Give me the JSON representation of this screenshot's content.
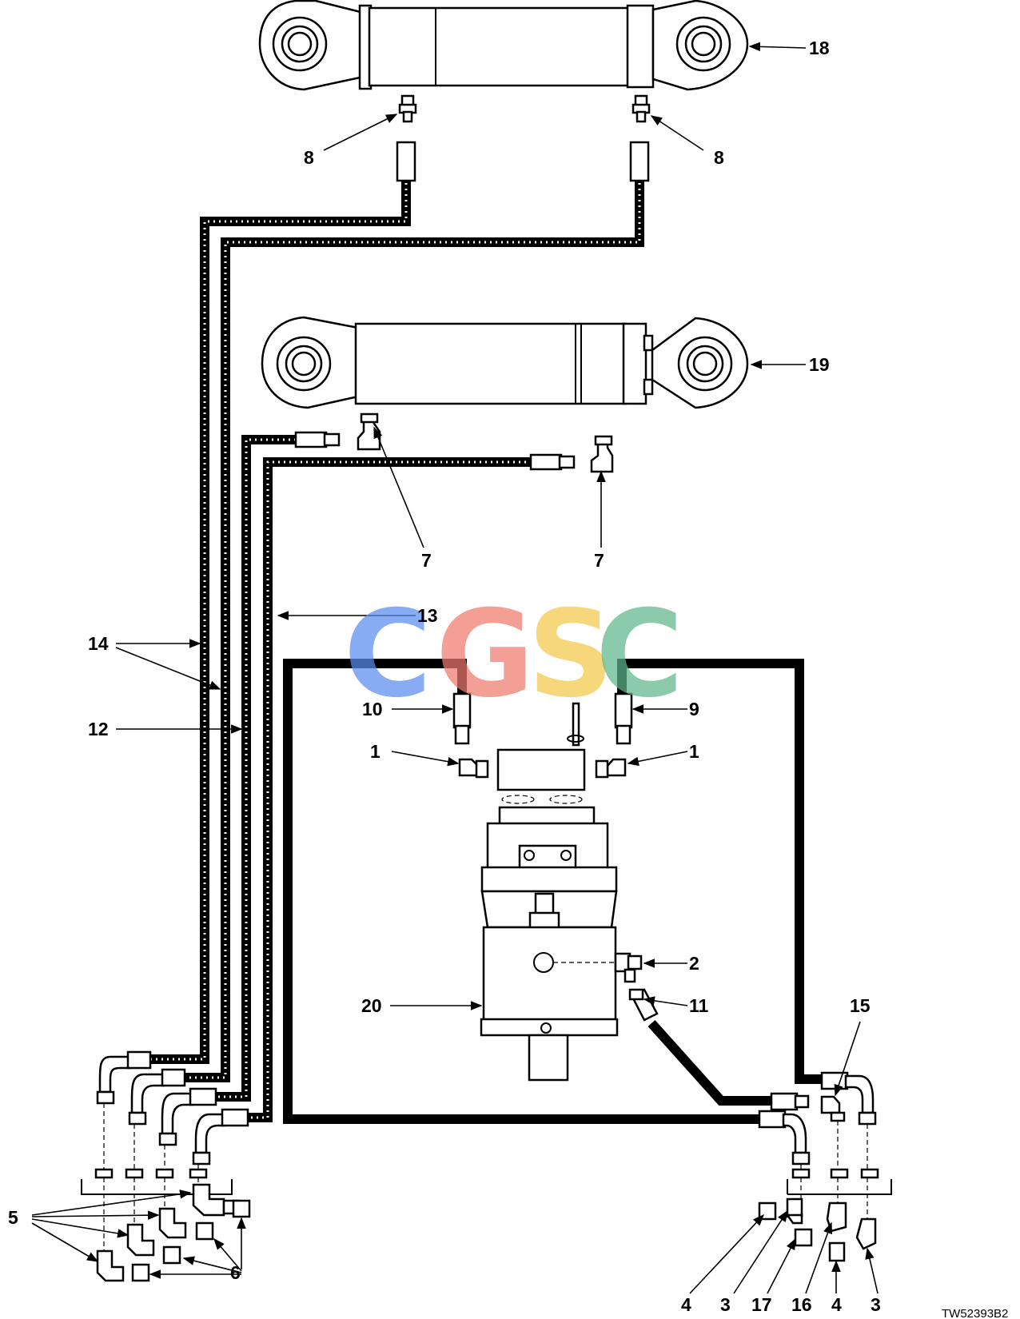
{
  "figure_id": "TW52393B2",
  "watermark": {
    "letters": [
      "C",
      "G",
      "S",
      "C"
    ],
    "colors": [
      "#5b8def",
      "#ef7b6f",
      "#f5c84a",
      "#5fb88c"
    ]
  },
  "callouts": {
    "c18": "18",
    "c19": "19",
    "c8a": "8",
    "c8b": "8",
    "c7a": "7",
    "c7b": "7",
    "c13": "13",
    "c14": "14",
    "c12": "12",
    "c10": "10",
    "c9": "9",
    "c1a": "1",
    "c1b": "1",
    "c2": "2",
    "c11": "11",
    "c20": "20",
    "c15": "15",
    "c5": "5",
    "c6": "6",
    "c4a": "4",
    "c3a": "3",
    "c17": "17",
    "c16": "16",
    "c4b": "4",
    "c3b": "3"
  }
}
